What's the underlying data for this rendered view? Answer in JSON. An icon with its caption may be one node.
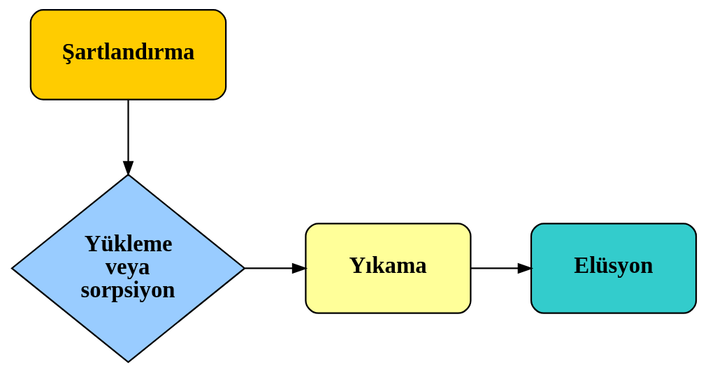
{
  "diagram": {
    "nodes": [
      {
        "text": [
          "Şartlandırma"
        ]
      },
      {
        "text": [
          "Yükleme veya sorpsiyon"
        ]
      },
      {
        "text": [
          "Yıkama"
        ]
      },
      {
        "text": [
          "Elüsyon"
        ]
      }
    ],
    "edges": [
      {
        "from": 0,
        "to": 1,
        "arrow": "to"
      },
      {
        "from": 1,
        "to": 2,
        "arrow": "to"
      },
      {
        "from": 2,
        "to": 3,
        "arrow": "to"
      }
    ]
  }
}
